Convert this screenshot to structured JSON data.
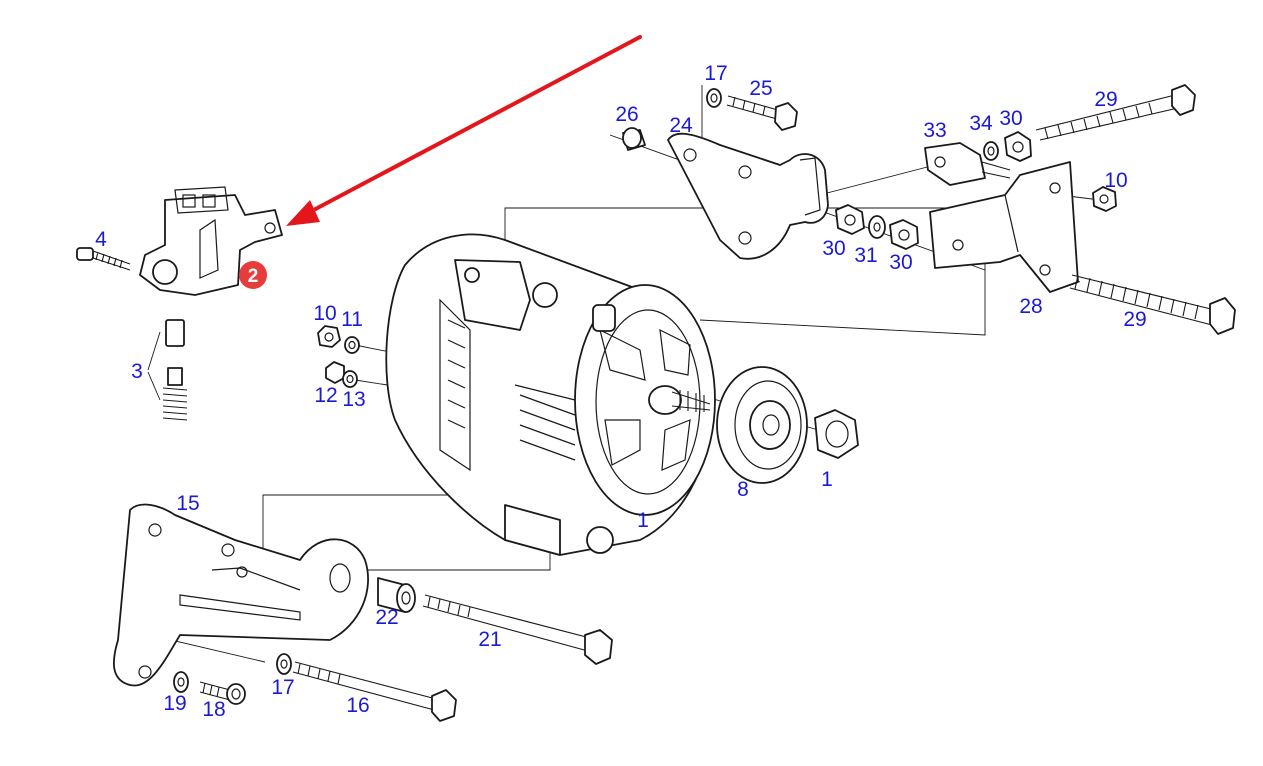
{
  "diagram": {
    "accent_color": "#1a1ad6",
    "arrow_color": "#e3161b",
    "highlight_badge": {
      "label": "2",
      "color": "#e63c3c"
    },
    "part_labels": [
      {
        "id": "l1a",
        "text": "1"
      },
      {
        "id": "l1b",
        "text": "1"
      },
      {
        "id": "l3",
        "text": "3"
      },
      {
        "id": "l4",
        "text": "4"
      },
      {
        "id": "l8",
        "text": "8"
      },
      {
        "id": "l10a",
        "text": "10"
      },
      {
        "id": "l10b",
        "text": "10"
      },
      {
        "id": "l11",
        "text": "11"
      },
      {
        "id": "l12",
        "text": "12"
      },
      {
        "id": "l13",
        "text": "13"
      },
      {
        "id": "l15",
        "text": "15"
      },
      {
        "id": "l16",
        "text": "16"
      },
      {
        "id": "l17a",
        "text": "17"
      },
      {
        "id": "l17b",
        "text": "17"
      },
      {
        "id": "l18",
        "text": "18"
      },
      {
        "id": "l19",
        "text": "19"
      },
      {
        "id": "l21",
        "text": "21"
      },
      {
        "id": "l22",
        "text": "22"
      },
      {
        "id": "l24",
        "text": "24"
      },
      {
        "id": "l25",
        "text": "25"
      },
      {
        "id": "l26",
        "text": "26"
      },
      {
        "id": "l28",
        "text": "28"
      },
      {
        "id": "l29a",
        "text": "29"
      },
      {
        "id": "l29b",
        "text": "29"
      },
      {
        "id": "l30a",
        "text": "30"
      },
      {
        "id": "l30b",
        "text": "30"
      },
      {
        "id": "l30c",
        "text": "30"
      },
      {
        "id": "l31",
        "text": "31"
      },
      {
        "id": "l33",
        "text": "33"
      },
      {
        "id": "l34",
        "text": "34"
      }
    ]
  }
}
